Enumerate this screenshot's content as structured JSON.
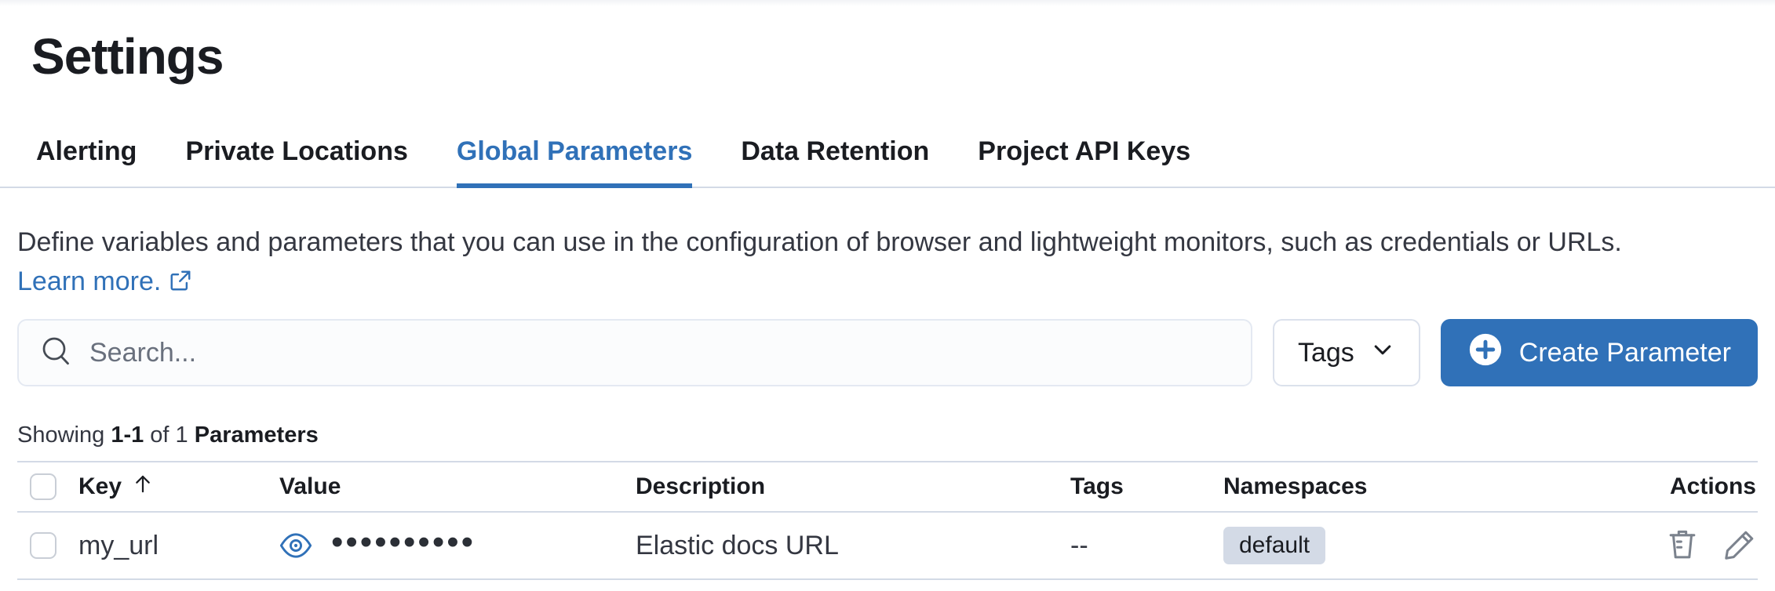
{
  "page": {
    "title": "Settings"
  },
  "tabs": [
    {
      "label": "Alerting"
    },
    {
      "label": "Private Locations"
    },
    {
      "label": "Global Parameters",
      "active": true
    },
    {
      "label": "Data Retention"
    },
    {
      "label": "Project API Keys"
    }
  ],
  "description": {
    "text": "Define variables and parameters that you can use in the configuration of browser and lightweight monitors, such as credentials or URLs.",
    "link_label": "Learn more.",
    "link_icon": "external-link-icon"
  },
  "toolbar": {
    "search_placeholder": "Search...",
    "search_icon": "magnifier-icon",
    "tags_button_label": "Tags",
    "tags_button_icon": "chevron-down-icon",
    "create_button_label": "Create Parameter",
    "create_button_icon": "plus-in-circle-icon"
  },
  "summary": {
    "showing_label": "Showing",
    "range": "1-1",
    "of_label": "of 1",
    "entity_label": "Parameters"
  },
  "table": {
    "columns": {
      "key": "Key",
      "value": "Value",
      "description": "Description",
      "tags": "Tags",
      "namespaces": "Namespaces",
      "actions": "Actions"
    },
    "sort": {
      "column": "Key",
      "direction": "ascending",
      "icon": "arrow-up-icon"
    },
    "rows": [
      {
        "key": "my_url",
        "masked_value": "••••••••••",
        "value_visibility_icon": "eye-icon",
        "description": "Elastic docs URL",
        "tags": "--",
        "namespace_badge": "default",
        "action_icons": [
          "trash-icon",
          "pencil-icon"
        ]
      }
    ]
  },
  "colors": {
    "accent_blue": "#3071b8",
    "text_dark": "#1a1c21",
    "text_body": "#343741",
    "muted_gray": "#69707d",
    "border": "#d3dae6",
    "badge_bg": "#d3dae6",
    "icon_gray": "#7b828d"
  }
}
